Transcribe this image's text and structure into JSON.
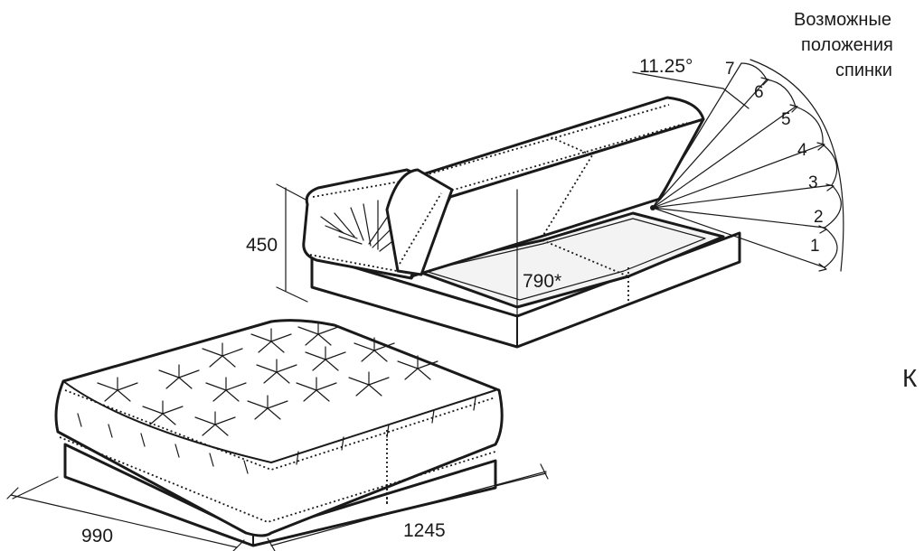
{
  "caption": {
    "lines": [
      "Возможные",
      "положения",
      "спинки"
    ]
  },
  "angle_label": "11.25°",
  "positions": [
    "1",
    "2",
    "3",
    "4",
    "5",
    "6",
    "7"
  ],
  "dimensions": {
    "height": "450",
    "depth_backrest": "790*",
    "width": "990",
    "length": "1245"
  },
  "edge_text": "К"
}
